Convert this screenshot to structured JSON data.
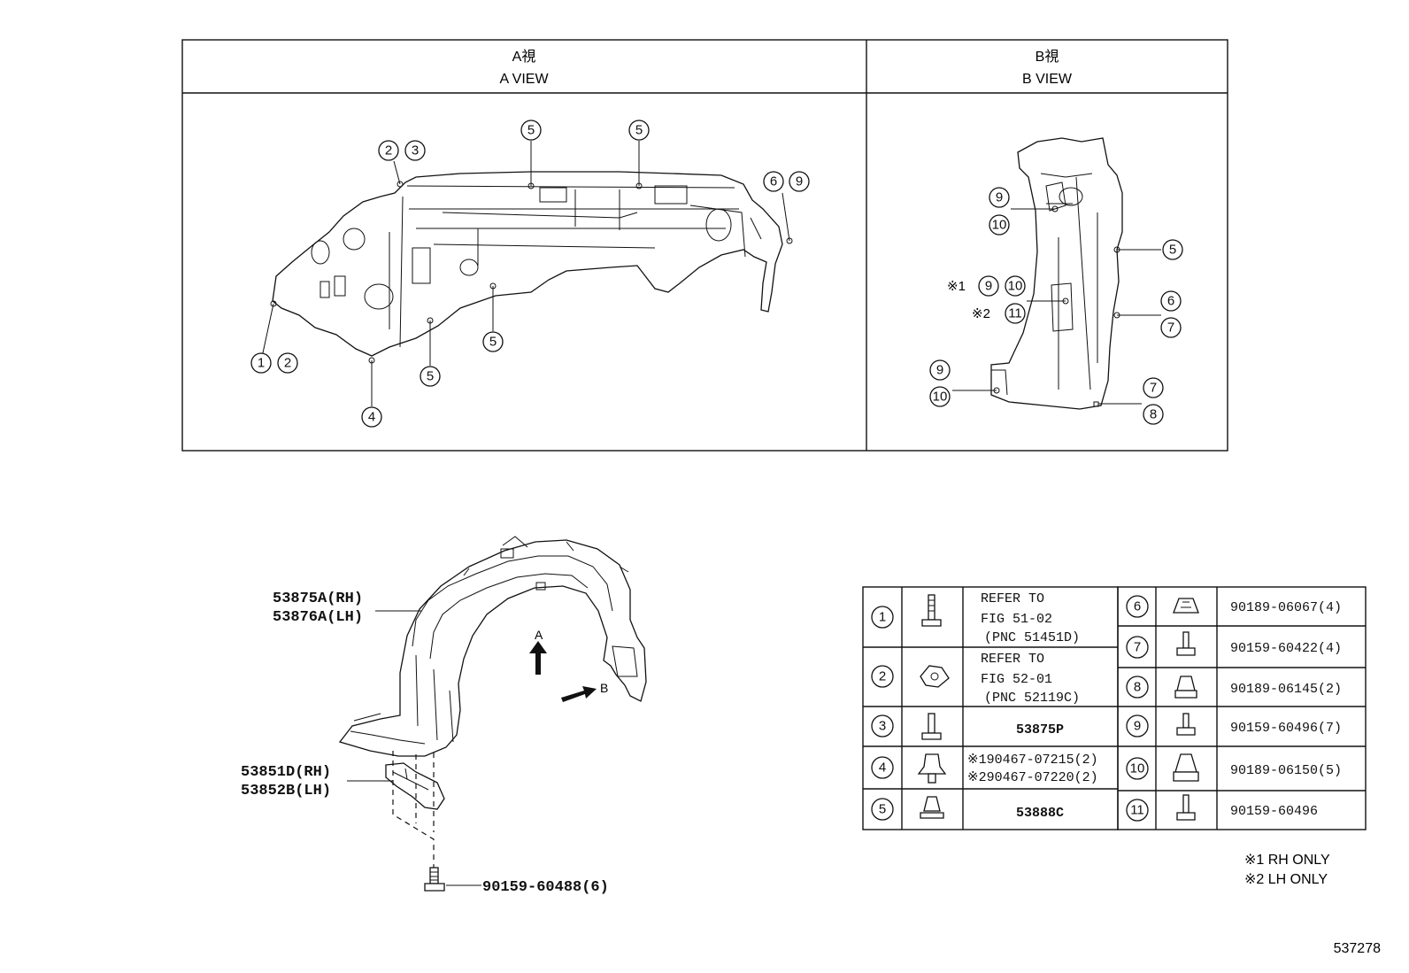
{
  "view_a": {
    "title_jp": "A視",
    "title_en": "A VIEW"
  },
  "view_b": {
    "title_jp": "B視",
    "title_en": "B VIEW"
  },
  "callout_marks": {
    "c1": "1",
    "c2": "2",
    "c3": "3",
    "c4": "4",
    "c5": "5",
    "c6": "6",
    "c7": "7",
    "c8": "8",
    "c9": "9",
    "c10": "10",
    "c11": "11",
    "note1": "※1",
    "note2": "※2"
  },
  "main_labels": {
    "liner_rh": "53875A(RH)",
    "liner_lh": "53876A(LH)",
    "seal_rh": "53851D(RH)",
    "seal_lh": "53852B(LH)",
    "bolt": "90159-60488(6)",
    "arrow_a": "A",
    "arrow_b": "B"
  },
  "parts_table": {
    "left": [
      {
        "no": "1",
        "icon": "bolt-icon",
        "lines": [
          "REFER TO",
          "FIG 51-02",
          "(PNC 51451D)"
        ]
      },
      {
        "no": "2",
        "icon": "clip-nut-icon",
        "lines": [
          "REFER TO",
          "FIG 52-01",
          "(PNC 52119C)"
        ]
      },
      {
        "no": "3",
        "icon": "bolt-icon",
        "lines": [
          "53875P"
        ]
      },
      {
        "no": "4",
        "icon": "push-clip-icon",
        "lines": [
          "※190467-07215(2)",
          "※290467-07220(2)"
        ]
      },
      {
        "no": "5",
        "icon": "push-rivet-icon",
        "lines": [
          "53888C"
        ]
      }
    ],
    "right": [
      {
        "no": "6",
        "icon": "nut-icon",
        "part": "90189-06067(4)"
      },
      {
        "no": "7",
        "icon": "screw-icon",
        "part": "90159-60422(4)"
      },
      {
        "no": "8",
        "icon": "grommet-icon",
        "part": "90189-06145(2)"
      },
      {
        "no": "9",
        "icon": "screw-icon",
        "part": "90159-60496(7)"
      },
      {
        "no": "10",
        "icon": "grommet-icon",
        "part": "90189-06150(5)"
      },
      {
        "no": "11",
        "icon": "screw-icon",
        "part": "90159-60496"
      }
    ]
  },
  "notes": {
    "rh": "※1 RH ONLY",
    "lh": "※2 LH ONLY"
  },
  "figure_id": "537278"
}
